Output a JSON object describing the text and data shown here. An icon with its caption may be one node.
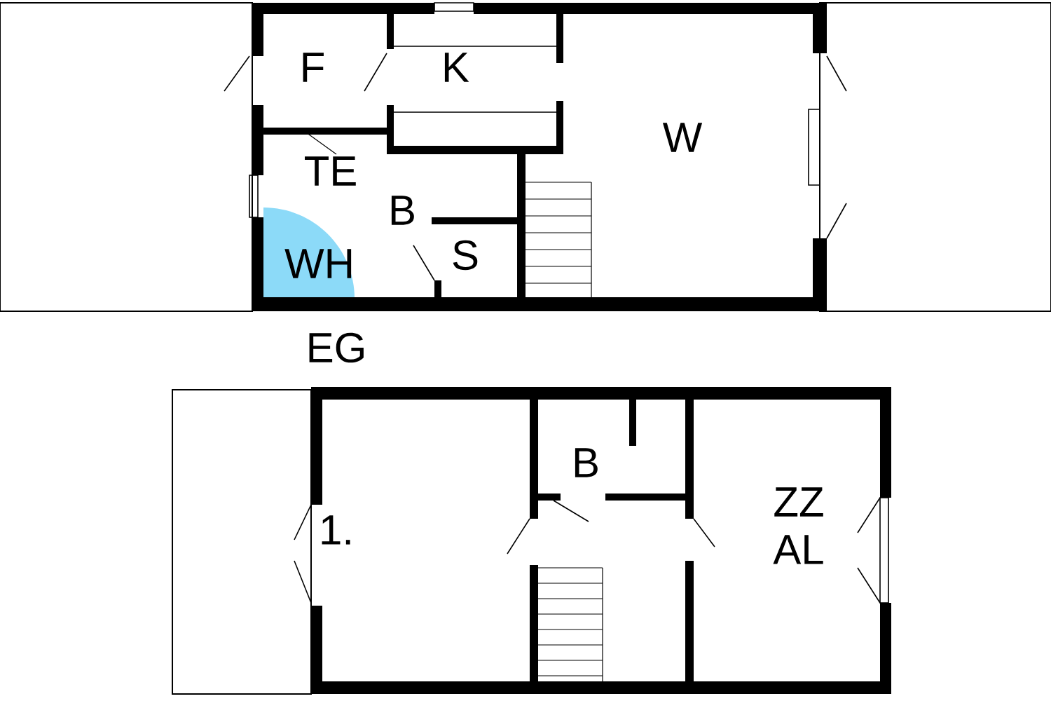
{
  "diagram": {
    "labels": [
      "F",
      "K",
      "TE",
      "W",
      "B",
      "WH",
      "S",
      "EG",
      "B",
      "1.",
      "ZZ",
      "AL"
    ]
  }
}
